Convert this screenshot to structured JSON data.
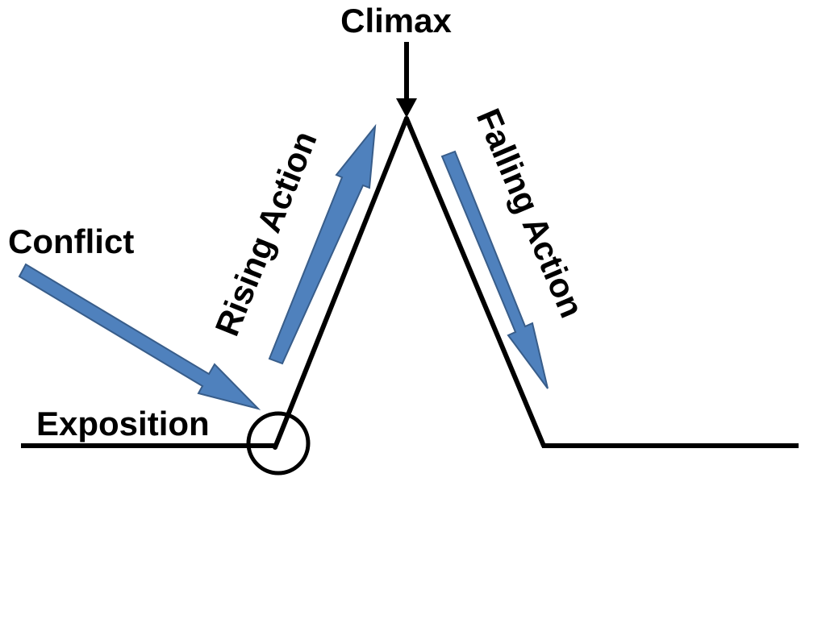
{
  "labels": {
    "climax": "Climax",
    "rising_action": "Rising Action",
    "falling_action": "Falling Action",
    "conflict": "Conflict",
    "exposition": "Exposition"
  },
  "colors": {
    "line": "#000000",
    "arrow_fill": "#4F81BD",
    "arrow_stroke": "#385D8A",
    "background": "#FFFFFF"
  }
}
